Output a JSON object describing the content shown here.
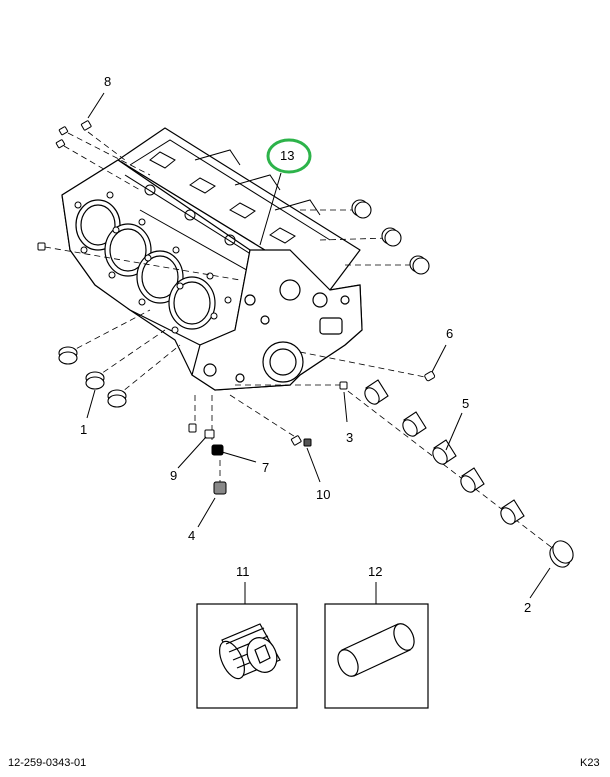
{
  "drawing": {
    "document_number": "12-259-0343-01",
    "sheet_code": "K23",
    "highlight_color": "#2db34a",
    "line_color": "#000000",
    "highlighted_callout": "13"
  },
  "callouts": {
    "c1": "1",
    "c2": "2",
    "c3": "3",
    "c4": "4",
    "c5": "5",
    "c6": "6",
    "c7": "7",
    "c8": "8",
    "c9": "9",
    "c10": "10",
    "c11": "11",
    "c12": "12",
    "c13": "13"
  },
  "detail_boxes": [
    {
      "callout": "11",
      "depicts": "set-screw-plug"
    },
    {
      "callout": "12",
      "depicts": "dowel-pin"
    }
  ]
}
